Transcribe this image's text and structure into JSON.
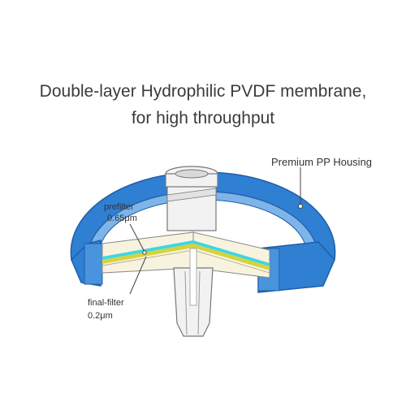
{
  "title": {
    "line1": "Double-layer Hydrophilic PVDF membrane,",
    "line2": "for high throughput"
  },
  "labels": {
    "housing": "Premium PP Housing",
    "prefilter_name": "prefilter",
    "prefilter_size": "0.65μm",
    "final_name": "final-filter",
    "final_size": "0.2μm"
  },
  "colors": {
    "housing_blue": "#2f7fd3",
    "prefilter_cyan": "#3ed6e6",
    "final_yellow": "#d8d23a",
    "membrane_cream": "#f7f3df"
  }
}
